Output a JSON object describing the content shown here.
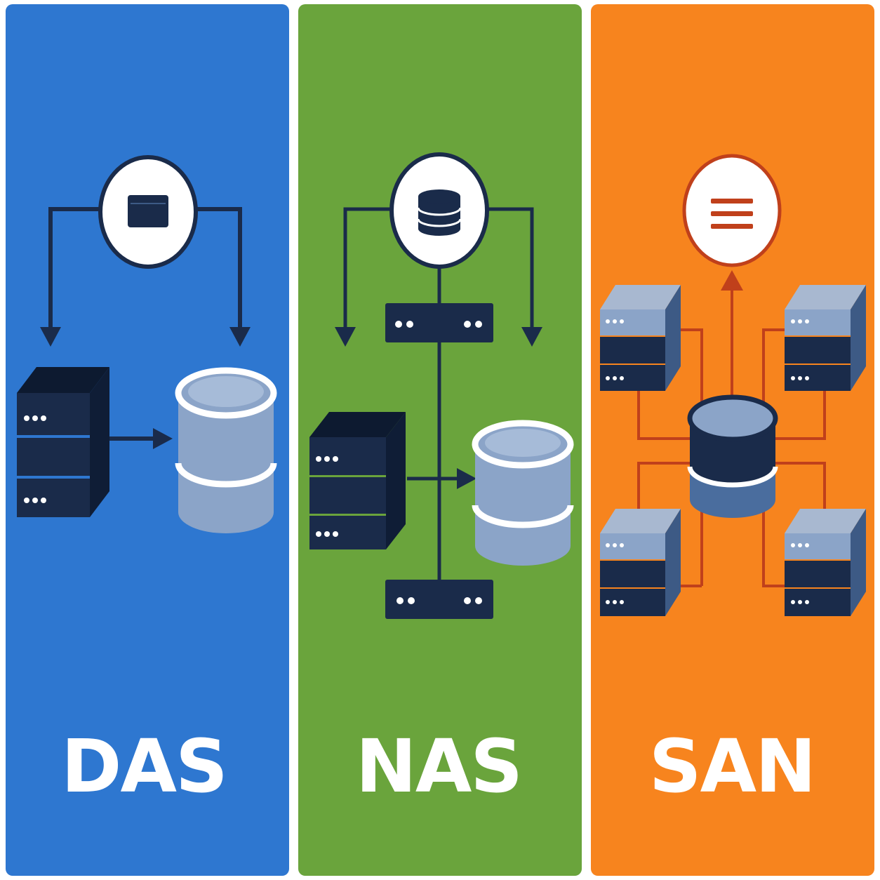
{
  "panels": [
    {
      "id": "das",
      "label": "DAS",
      "color": "#2e77d0"
    },
    {
      "id": "nas",
      "label": "NAS",
      "color": "#6aa43c"
    },
    {
      "id": "san",
      "label": "SAN",
      "color": "#f7841e"
    }
  ],
  "colors": {
    "navy": "#1a2b4a",
    "steel": "#8ba4c8",
    "steel_dark": "#4a6d9e",
    "san_accent": "#c0401b",
    "label": "#ffffff"
  },
  "icons": {
    "das_badge": "browser-window-icon",
    "nas_badge": "database-icon",
    "san_badge": "menu-lines-icon",
    "server": "server-rack-icon",
    "storage": "storage-cylinder-icon",
    "switch": "network-switch-icon"
  }
}
